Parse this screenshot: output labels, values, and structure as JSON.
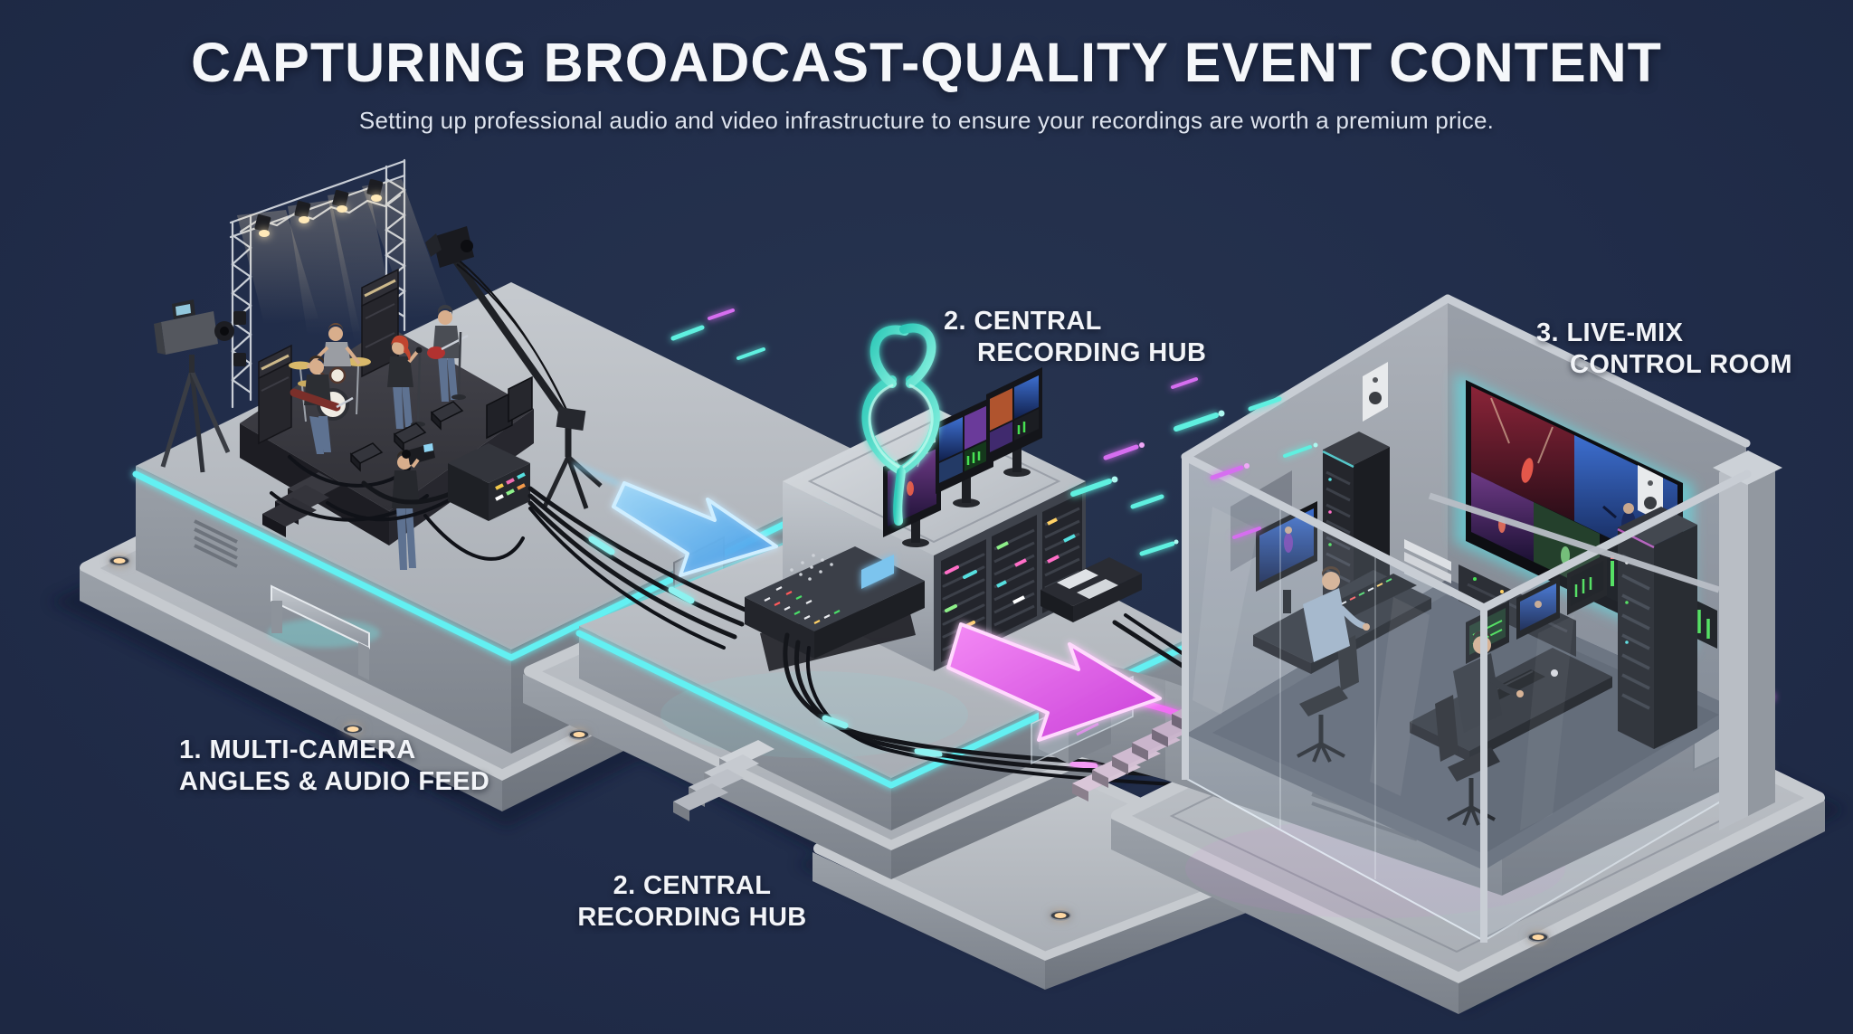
{
  "page": {
    "title": "CAPTURING BROADCAST-QUALITY EVENT CONTENT",
    "subtitle": "Setting up professional audio and video infrastructure to ensure your recordings are worth a premium price.",
    "background_color": "#212d4a"
  },
  "labels": {
    "step1": {
      "line1": "1. MULTI-CAMERA",
      "line2": "ANGLES & AUDIO FEED"
    },
    "step2_top": {
      "line1": "2. CENTRAL",
      "line2": "RECORDING HUB"
    },
    "step3": {
      "line1": "3. LIVE-MIX",
      "line2": "CONTROL ROOM"
    },
    "step2_bottom": {
      "line1": "2. CENTRAL",
      "line2": "RECORDING HUB"
    }
  },
  "scene": {
    "colors": {
      "background": "#212d4a",
      "neon_cyan": "#63f0f2",
      "neon_pink": "#f16ef4",
      "arrow_blue": "#6ec3f8",
      "arrow_pink": "#e356ec",
      "concrete": "#b6bac0",
      "stage_dark": "#2c2c33",
      "warm_light": "#ffd9a4",
      "teal_ribbon": "#3fd8c4"
    },
    "parts": [
      "stage-platform",
      "lighting-truss",
      "stage-spotlights",
      "drum-kit",
      "band-drummer",
      "band-bassist",
      "band-lead-singer",
      "band-guitarist",
      "marshall-amp-stacks",
      "stage-wedge-monitors",
      "studio-camera-tripod",
      "camera-operator",
      "camera-jib-crane",
      "stage-breakout-box",
      "signal-cables",
      "signal-arrow-blue",
      "recording-hub-platform",
      "recording-hub-racks",
      "hub-multiview-monitors",
      "digital-mixing-console",
      "teal-ribbon",
      "signal-arrow-pink",
      "data-particles",
      "control-room-building",
      "multiview-video-wall",
      "control-room-operators",
      "server-racks",
      "glass-walls",
      "stairs",
      "platform-lights"
    ]
  }
}
